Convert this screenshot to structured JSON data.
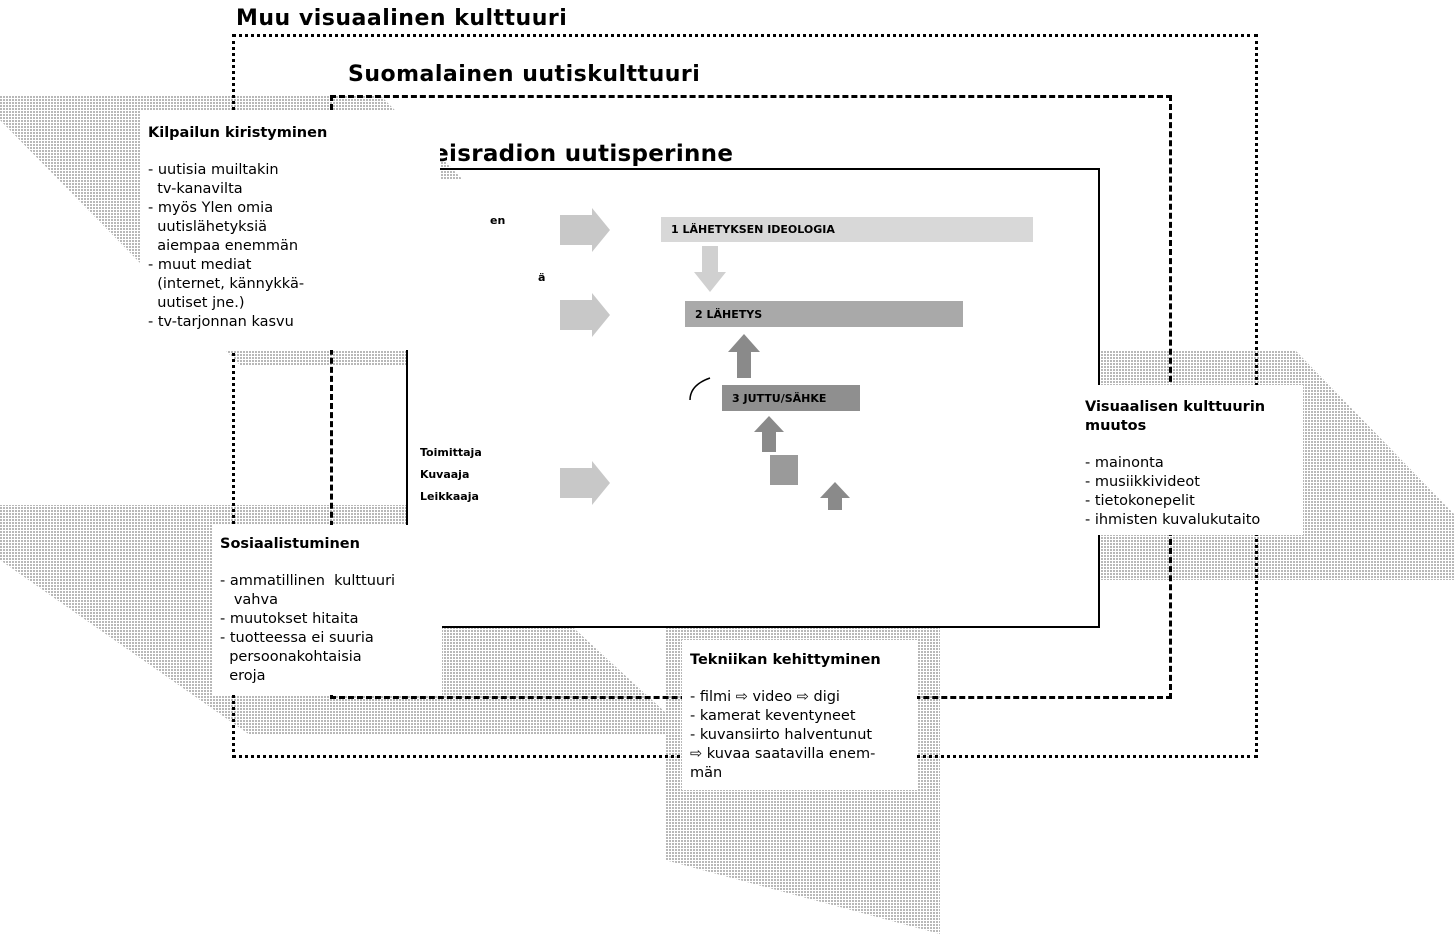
{
  "frames": {
    "outer_title": "Muu visuaalinen kulttuuri",
    "mid_title": "Suomalainen uutiskulttuuri",
    "inner_title": "Yleisradion uutisperinne"
  },
  "levels": {
    "l1": "1  LÄHETYKSEN IDEOLOGIA",
    "l2": "2 LÄHETYS",
    "l3": "3 JUTTU/SÄHKE"
  },
  "inner_labels": {
    "fragment_top": "en",
    "fragment_mid": "ä"
  },
  "roles": [
    "Toimittaja",
    "Kuvaaja",
    "Leikkaaja"
  ],
  "notes": {
    "kilpailu": {
      "title": "Kilpailun kiristyminen",
      "items": [
        "- uutisia muiltakin",
        "  tv-kanavilta",
        "- myös Ylen omia",
        "  uutislähetyksiä",
        "  aiempaa enemmän",
        "- muut mediat",
        "  (internet, kännykkä-",
        "  uutiset jne.)",
        "- tv-tarjonnan kasvu"
      ]
    },
    "sosiaalistuminen": {
      "title": "Sosiaalistuminen",
      "items": [
        "- ammatillinen  kulttuuri",
        "   vahva",
        "- muutokset hitaita",
        "- tuotteessa ei suuria",
        "  persoonakohtaisia",
        "  eroja"
      ]
    },
    "tekniikka": {
      "title": "Tekniikan kehittyminen",
      "items": [
        "- filmi ⇨ video ⇨ digi",
        "- kamerat keventyneet",
        "- kuvansiirto halventunut",
        "⇨ kuvaa saatavilla enem-",
        "män"
      ]
    },
    "visuaalinen": {
      "title": "Visuaalisen kulttuurin muutos",
      "items": [
        "- mainonta",
        "- musiikkivideot",
        "- tietokonepelit",
        "- ihmisten kuvalukutaito"
      ]
    }
  },
  "colors": {
    "shadow": "#c4c4c4",
    "shadow_dark": "#9a9a9a"
  }
}
